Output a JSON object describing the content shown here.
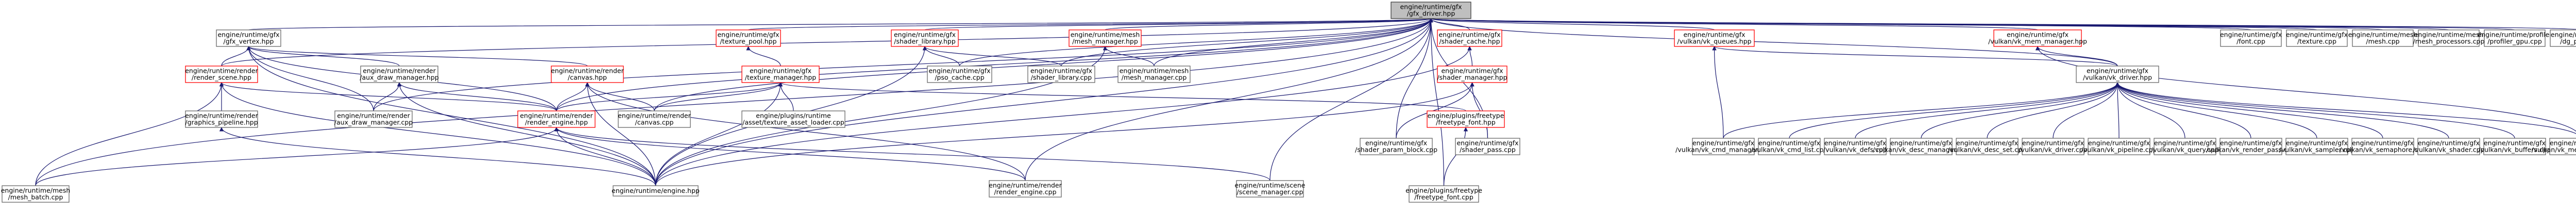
{
  "diagram": {
    "type": "include-dependency-graph",
    "colors": {
      "background": "#ffffff",
      "root_fill": "#bfbfbf",
      "node_border": "#666666",
      "highlight_border": "#ff0000",
      "edge": "#191970"
    },
    "nodes": [
      {
        "id": "n0",
        "lines": [
          "engine/runtime/gfx",
          "/gfx_driver.hpp"
        ],
        "kind": "root"
      },
      {
        "id": "n1",
        "lines": [
          "engine/runtime/gfx",
          "/gfx_vertex.hpp"
        ],
        "kind": "normal"
      },
      {
        "id": "n2",
        "lines": [
          "engine/runtime/gfx",
          "/texture_pool.hpp"
        ],
        "kind": "red"
      },
      {
        "id": "n3",
        "lines": [
          "engine/runtime/gfx",
          "/shader_library.hpp"
        ],
        "kind": "red"
      },
      {
        "id": "n4",
        "lines": [
          "engine/runtime/mesh",
          "/mesh_manager.hpp"
        ],
        "kind": "red"
      },
      {
        "id": "n5",
        "lines": [
          "engine/runtime/gfx",
          "/shader_cache.hpp"
        ],
        "kind": "red"
      },
      {
        "id": "n6",
        "lines": [
          "engine/runtime/gfx",
          "/vulkan/vk_queues.hpp"
        ],
        "kind": "red"
      },
      {
        "id": "n7",
        "lines": [
          "engine/runtime/gfx",
          "/vulkan/vk_mem_manager.hpp"
        ],
        "kind": "red"
      },
      {
        "id": "n8",
        "lines": [
          "engine/runtime/gfx",
          "/font.cpp"
        ],
        "kind": "normal"
      },
      {
        "id": "n9",
        "lines": [
          "engine/runtime/gfx",
          "/texture.cpp"
        ],
        "kind": "normal"
      },
      {
        "id": "n10",
        "lines": [
          "engine/runtime/mesh",
          "/mesh.cpp"
        ],
        "kind": "normal"
      },
      {
        "id": "n11",
        "lines": [
          "engine/runtime/mesh",
          "/mesh_processors.cpp"
        ],
        "kind": "normal"
      },
      {
        "id": "n12",
        "lines": [
          "engine/runtime/profiler",
          "/profiler_gpu.cpp"
        ],
        "kind": "normal"
      },
      {
        "id": "n13",
        "lines": [
          "engine/runtime/dg",
          "/dg_pool.cpp"
        ],
        "kind": "normal"
      },
      {
        "id": "n14",
        "lines": [
          "engine/runtime/render",
          "/render_scene.hpp"
        ],
        "kind": "red"
      },
      {
        "id": "n15",
        "lines": [
          "engine/runtime/render",
          "/aux_draw_manager.hpp"
        ],
        "kind": "normal"
      },
      {
        "id": "n16",
        "lines": [
          "engine/runtime/render",
          "/canvas.hpp"
        ],
        "kind": "red"
      },
      {
        "id": "n17",
        "lines": [
          "engine/runtime/gfx",
          "/texture_manager.hpp"
        ],
        "kind": "red"
      },
      {
        "id": "n18",
        "lines": [
          "engine/runtime/gfx",
          "/pso_cache.cpp"
        ],
        "kind": "normal"
      },
      {
        "id": "n19",
        "lines": [
          "engine/runtime/gfx",
          "/shader_library.cpp"
        ],
        "kind": "normal"
      },
      {
        "id": "n20",
        "lines": [
          "engine/runtime/mesh",
          "/mesh_manager.cpp"
        ],
        "kind": "normal"
      },
      {
        "id": "n21",
        "lines": [
          "engine/runtime/gfx",
          "/shader_manager.hpp"
        ],
        "kind": "red"
      },
      {
        "id": "n22",
        "lines": [
          "engine/runtime/gfx",
          "/vulkan/vk_driver.hpp"
        ],
        "kind": "normal"
      },
      {
        "id": "n23",
        "lines": [
          "engine/runtime/render",
          "/graphics_pipeline.hpp"
        ],
        "kind": "normal"
      },
      {
        "id": "n24",
        "lines": [
          "engine/runtime/render",
          "/aux_draw_manager.cpp"
        ],
        "kind": "normal"
      },
      {
        "id": "n25",
        "lines": [
          "engine/runtime/render",
          "/render_engine.hpp"
        ],
        "kind": "red"
      },
      {
        "id": "n26",
        "lines": [
          "engine/runtime/render",
          "/canvas.cpp"
        ],
        "kind": "normal"
      },
      {
        "id": "n27",
        "lines": [
          "engine/plugins/runtime",
          "/asset/texture_asset_loader.cpp"
        ],
        "kind": "normal"
      },
      {
        "id": "n28",
        "lines": [
          "engine/plugins/freetype",
          "/freetype_font.hpp"
        ],
        "kind": "red"
      },
      {
        "id": "n29",
        "lines": [
          "engine/runtime/gfx",
          "/shader_param_block.cpp"
        ],
        "kind": "normal"
      },
      {
        "id": "n30",
        "lines": [
          "engine/runtime/gfx",
          "/shader_pass.cpp"
        ],
        "kind": "normal"
      },
      {
        "id": "n31",
        "lines": [
          "engine/runtime/gfx",
          "/vulkan/vk_cmd_manager.cpp"
        ],
        "kind": "normal"
      },
      {
        "id": "n32",
        "lines": [
          "engine/runtime/gfx",
          "/vulkan/vk_cmd_list.cpp"
        ],
        "kind": "normal"
      },
      {
        "id": "n33",
        "lines": [
          "engine/runtime/gfx",
          "/vulkan/vk_defs.cpp"
        ],
        "kind": "normal"
      },
      {
        "id": "n34",
        "lines": [
          "engine/runtime/gfx",
          "/vulkan/vk_desc_manager.cpp"
        ],
        "kind": "normal"
      },
      {
        "id": "n35",
        "lines": [
          "engine/runtime/gfx",
          "/vulkan/vk_desc_set.cpp"
        ],
        "kind": "normal"
      },
      {
        "id": "n36",
        "lines": [
          "engine/runtime/gfx",
          "/vulkan/vk_driver.cpp"
        ],
        "kind": "normal"
      },
      {
        "id": "n37",
        "lines": [
          "engine/runtime/gfx",
          "/vulkan/vk_pipeline.cpp"
        ],
        "kind": "normal"
      },
      {
        "id": "n38",
        "lines": [
          "engine/runtime/gfx",
          "/vulkan/vk_query.cpp"
        ],
        "kind": "normal"
      },
      {
        "id": "n39",
        "lines": [
          "engine/runtime/gfx",
          "/vulkan/vk_render_pass.cpp"
        ],
        "kind": "normal"
      },
      {
        "id": "n40",
        "lines": [
          "engine/runtime/gfx",
          "/vulkan/vk_sampler.cpp"
        ],
        "kind": "normal"
      },
      {
        "id": "n41",
        "lines": [
          "engine/runtime/gfx",
          "/vulkan/vk_semaphore.cpp"
        ],
        "kind": "normal"
      },
      {
        "id": "n42",
        "lines": [
          "engine/runtime/gfx",
          "/vulkan/vk_shader.cpp"
        ],
        "kind": "normal"
      },
      {
        "id": "n43",
        "lines": [
          "engine/runtime/gfx",
          "/vulkan/vk_buffers.cpp"
        ],
        "kind": "normal"
      },
      {
        "id": "n44",
        "lines": [
          "engine/runtime/gfx",
          "/vulkan/vk_mem_manager.cpp"
        ],
        "kind": "normal"
      },
      {
        "id": "n45",
        "lines": [
          "engine/runtime/mesh",
          "/mesh_batch.cpp"
        ],
        "kind": "normal"
      },
      {
        "id": "n46",
        "lines": [
          "engine/runtime/engine.hpp"
        ],
        "kind": "normal"
      },
      {
        "id": "n47",
        "lines": [
          "engine/runtime/render",
          "/render_engine.cpp"
        ],
        "kind": "normal"
      },
      {
        "id": "n48",
        "lines": [
          "engine/runtime/scene",
          "/scene_manager.cpp"
        ],
        "kind": "normal"
      },
      {
        "id": "n49",
        "lines": [
          "engine/plugins/freetype",
          "/freetype_font.cpp"
        ],
        "kind": "normal"
      }
    ],
    "edges": [
      [
        "n0",
        "n1"
      ],
      [
        "n0",
        "n2"
      ],
      [
        "n0",
        "n3"
      ],
      [
        "n0",
        "n4"
      ],
      [
        "n0",
        "n5"
      ],
      [
        "n0",
        "n6"
      ],
      [
        "n0",
        "n7"
      ],
      [
        "n0",
        "n8"
      ],
      [
        "n0",
        "n9"
      ],
      [
        "n0",
        "n10"
      ],
      [
        "n0",
        "n11"
      ],
      [
        "n0",
        "n12"
      ],
      [
        "n0",
        "n13"
      ],
      [
        "n0",
        "n45"
      ],
      [
        "n0",
        "n46"
      ],
      [
        "n0",
        "n47"
      ],
      [
        "n0",
        "n48"
      ],
      [
        "n0",
        "n49"
      ],
      [
        "n0",
        "n24"
      ],
      [
        "n0",
        "n25"
      ],
      [
        "n0",
        "n26"
      ],
      [
        "n0",
        "n18"
      ],
      [
        "n0",
        "n19"
      ],
      [
        "n0",
        "n20"
      ],
      [
        "n0",
        "n29"
      ],
      [
        "n0",
        "n30"
      ],
      [
        "n0",
        "n22"
      ],
      [
        "n0",
        "n14"
      ],
      [
        "n1",
        "n14"
      ],
      [
        "n1",
        "n15"
      ],
      [
        "n1",
        "n16"
      ],
      [
        "n1",
        "n24"
      ],
      [
        "n1",
        "n25"
      ],
      [
        "n1",
        "n46"
      ],
      [
        "n2",
        "n17"
      ],
      [
        "n3",
        "n18"
      ],
      [
        "n3",
        "n19"
      ],
      [
        "n3",
        "n46"
      ],
      [
        "n4",
        "n20"
      ],
      [
        "n4",
        "n46"
      ],
      [
        "n5",
        "n21"
      ],
      [
        "n5",
        "n46"
      ],
      [
        "n6",
        "n22"
      ],
      [
        "n6",
        "n31"
      ],
      [
        "n7",
        "n22"
      ],
      [
        "n7",
        "n44"
      ],
      [
        "n14",
        "n23"
      ],
      [
        "n14",
        "n46"
      ],
      [
        "n14",
        "n45"
      ],
      [
        "n14",
        "n25"
      ],
      [
        "n15",
        "n24"
      ],
      [
        "n15",
        "n25"
      ],
      [
        "n15",
        "n46"
      ],
      [
        "n16",
        "n26"
      ],
      [
        "n16",
        "n25"
      ],
      [
        "n16",
        "n46"
      ],
      [
        "n16",
        "n47"
      ],
      [
        "n17",
        "n25"
      ],
      [
        "n17",
        "n27"
      ],
      [
        "n17",
        "n28"
      ],
      [
        "n17",
        "n26"
      ],
      [
        "n17",
        "n46"
      ],
      [
        "n21",
        "n29"
      ],
      [
        "n21",
        "n30"
      ],
      [
        "n21",
        "n46"
      ],
      [
        "n22",
        "n31"
      ],
      [
        "n22",
        "n32"
      ],
      [
        "n22",
        "n33"
      ],
      [
        "n22",
        "n34"
      ],
      [
        "n22",
        "n35"
      ],
      [
        "n22",
        "n36"
      ],
      [
        "n22",
        "n37"
      ],
      [
        "n22",
        "n38"
      ],
      [
        "n22",
        "n39"
      ],
      [
        "n22",
        "n40"
      ],
      [
        "n22",
        "n41"
      ],
      [
        "n22",
        "n42"
      ],
      [
        "n22",
        "n43"
      ],
      [
        "n22",
        "n44"
      ],
      [
        "n23",
        "n46"
      ],
      [
        "n25",
        "n46"
      ],
      [
        "n25",
        "n47"
      ],
      [
        "n25",
        "n48"
      ],
      [
        "n25",
        "n45"
      ],
      [
        "n28",
        "n49"
      ]
    ]
  }
}
